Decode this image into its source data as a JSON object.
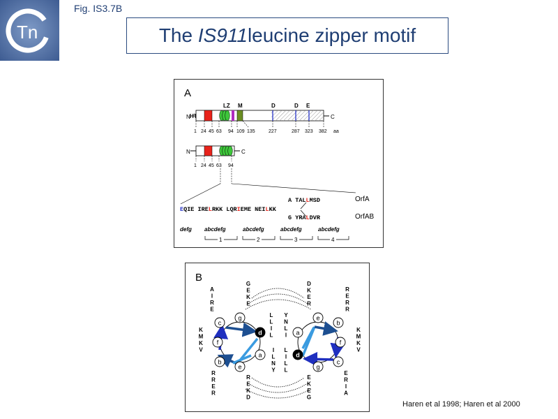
{
  "logo": {
    "text": "Tn",
    "icon": "transposon-c-logo-icon"
  },
  "header": {
    "fig_label": "Fig. IS3.7B"
  },
  "title": {
    "prefix": "The ",
    "italic": "IS911",
    "suffix": " leucine zipper motif"
  },
  "panel_a": {
    "label": "A",
    "domain_labels": {
      "hth": "HTH",
      "lz": "LZ",
      "m": "M",
      "d1": "D",
      "d2": "D",
      "e": "E"
    },
    "n_term": "N",
    "c_term": "C",
    "positions_full": [
      "1",
      "24",
      "45",
      "63",
      "94",
      "109",
      "135",
      "227",
      "287",
      "323",
      "382"
    ],
    "aa_unit": "aa",
    "positions_short": [
      "1",
      "24",
      "45",
      "63",
      "94"
    ],
    "seq_e": "E",
    "seq_part1": "QIE IRE",
    "seq_l1": "L",
    "seq_part2": "RKK LQR",
    "seq_i1": "I",
    "seq_part3": "EME NEI",
    "seq_l2": "L",
    "seq_part4": "KK",
    "orfa_a": "A",
    "orfa_seq1": "TAL",
    "orfa_l": "L",
    "orfa_seq2": "MSD",
    "orfab_g": "G",
    "orfab_seq1": "YRA",
    "orfab_l": "L",
    "orfab_seq2": "DVR",
    "orfa_name": "OrfA",
    "orfab_name": "OrfAB",
    "heptad_row": [
      "defg",
      "abcdefg",
      "abcdefg",
      "abcdefg",
      "abcdefg"
    ],
    "heptad_numbers": [
      "1",
      "2",
      "3",
      "4"
    ]
  },
  "panel_b": {
    "label": "B",
    "left_wheel_positions": [
      "c",
      "g",
      "d",
      "a",
      "e",
      "b",
      "f"
    ],
    "right_wheel_positions": [
      "e",
      "b",
      "a",
      "f",
      "d",
      "g",
      "c"
    ],
    "left_col_a": "A\nI\nR\nE",
    "left_col_k": "K\nM\nK\nV",
    "left_col_r": "R\nR\nE\nR",
    "left_top_g": "G\nE\nK\nE",
    "left_bottom_r": "R\nE\nK\nD",
    "center_left": "L\nL\nI\nL",
    "center_left2": "I\nL\nN\nY",
    "center_right": "Y\nN\nL\nI",
    "center_right2": "L\nI\nL\nL",
    "right_top_d": "D\nK\nE\nR",
    "right_col_r": "R\nE\nR\nR",
    "right_col_k": "K\nM\nK\nV",
    "right_col_e": "E\nR\nI\nA",
    "right_bottom_e": "E\nK\nE\nG"
  },
  "citation": "Haren et al 1998; Haren et al 2000",
  "colors": {
    "red": "#e8231b",
    "green": "#3ec63b",
    "olive": "#6b8e23",
    "blue": "#2a36c8",
    "navy": "#1f3e73",
    "dark_blue_arrow": "#1d4f91",
    "light_blue_arrow": "#3a9be0"
  }
}
